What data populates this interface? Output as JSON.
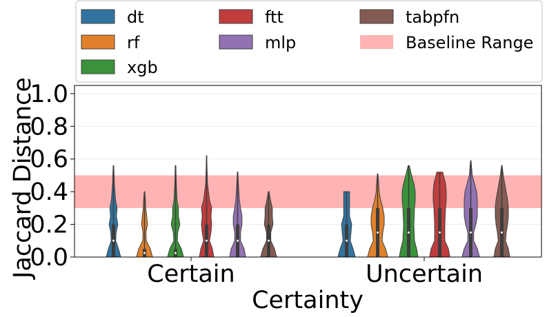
{
  "chart_data": {
    "type": "violin",
    "xlabel": "Certainty",
    "ylabel": "Jaccard Distance",
    "categories": [
      "Certain",
      "Uncertain"
    ],
    "ylim": [
      0,
      1.05
    ],
    "yticks": [
      "0.0",
      "0.2",
      "0.4",
      "0.6",
      "0.8",
      "1.0"
    ],
    "grid": true,
    "legend_position": "top",
    "baseline_range": {
      "label": "Baseline Range",
      "min": 0.3,
      "max": 0.5,
      "color": "#ffb3b3"
    },
    "series": [
      {
        "name": "dt",
        "color": "#3274a1",
        "Certain": {
          "max": 0.56,
          "q1": 0.0,
          "q3": 0.2,
          "profile": [
            [
              0,
              0.5
            ],
            [
              0.05,
              0.35
            ],
            [
              0.1,
              0.15
            ],
            [
              0.15,
              0.18
            ],
            [
              0.2,
              0.3
            ],
            [
              0.25,
              0.2
            ],
            [
              0.3,
              0.25
            ],
            [
              0.35,
              0.14
            ],
            [
              0.45,
              0.06
            ],
            [
              0.56,
              0.02
            ]
          ]
        },
        "Uncertain": {
          "max": 0.4,
          "q1": 0.0,
          "q3": 0.2,
          "profile": [
            [
              0,
              0.6
            ],
            [
              0.05,
              0.45
            ],
            [
              0.1,
              0.25
            ],
            [
              0.15,
              0.3
            ],
            [
              0.2,
              0.35
            ],
            [
              0.25,
              0.2
            ],
            [
              0.3,
              0.2
            ],
            [
              0.35,
              0.2
            ],
            [
              0.4,
              0.2
            ]
          ]
        }
      },
      {
        "name": "rf",
        "color": "#e1812c",
        "Certain": {
          "max": 0.4,
          "q1": 0.0,
          "q3": 0.05,
          "profile": [
            [
              0,
              0.55
            ],
            [
              0.05,
              0.4
            ],
            [
              0.1,
              0.12
            ],
            [
              0.15,
              0.1
            ],
            [
              0.2,
              0.2
            ],
            [
              0.25,
              0.15
            ],
            [
              0.3,
              0.08
            ],
            [
              0.35,
              0.06
            ],
            [
              0.4,
              0.02
            ]
          ]
        },
        "Uncertain": {
          "max": 0.51,
          "q1": 0.0,
          "q3": 0.3,
          "profile": [
            [
              0,
              0.7
            ],
            [
              0.05,
              0.55
            ],
            [
              0.1,
              0.3
            ],
            [
              0.15,
              0.35
            ],
            [
              0.2,
              0.45
            ],
            [
              0.25,
              0.45
            ],
            [
              0.3,
              0.35
            ],
            [
              0.35,
              0.2
            ],
            [
              0.4,
              0.1
            ],
            [
              0.45,
              0.07
            ],
            [
              0.51,
              0.02
            ]
          ]
        }
      },
      {
        "name": "xgb",
        "color": "#3a923a",
        "Certain": {
          "max": 0.56,
          "q1": 0.0,
          "q3": 0.05,
          "profile": [
            [
              0,
              0.55
            ],
            [
              0.05,
              0.4
            ],
            [
              0.1,
              0.12
            ],
            [
              0.15,
              0.15
            ],
            [
              0.2,
              0.3
            ],
            [
              0.25,
              0.2
            ],
            [
              0.3,
              0.2
            ],
            [
              0.35,
              0.1
            ],
            [
              0.45,
              0.05
            ],
            [
              0.56,
              0.02
            ]
          ]
        },
        "Uncertain": {
          "max": 0.56,
          "q1": 0.0,
          "q3": 0.3,
          "profile": [
            [
              0,
              0.65
            ],
            [
              0.05,
              0.55
            ],
            [
              0.1,
              0.4
            ],
            [
              0.2,
              0.35
            ],
            [
              0.3,
              0.4
            ],
            [
              0.35,
              0.45
            ],
            [
              0.4,
              0.45
            ],
            [
              0.45,
              0.35
            ],
            [
              0.5,
              0.2
            ],
            [
              0.56,
              0.04
            ]
          ]
        }
      },
      {
        "name": "ftt",
        "color": "#c03d3e",
        "Certain": {
          "max": 0.62,
          "q1": 0.0,
          "q3": 0.2,
          "profile": [
            [
              0,
              0.5
            ],
            [
              0.05,
              0.4
            ],
            [
              0.1,
              0.2
            ],
            [
              0.15,
              0.3
            ],
            [
              0.2,
              0.35
            ],
            [
              0.25,
              0.3
            ],
            [
              0.3,
              0.35
            ],
            [
              0.35,
              0.2
            ],
            [
              0.45,
              0.06
            ],
            [
              0.55,
              0.03
            ],
            [
              0.62,
              0.01
            ]
          ]
        },
        "Uncertain": {
          "max": 0.52,
          "q1": 0.0,
          "q3": 0.3,
          "profile": [
            [
              0,
              0.7
            ],
            [
              0.05,
              0.6
            ],
            [
              0.1,
              0.35
            ],
            [
              0.2,
              0.35
            ],
            [
              0.3,
              0.4
            ],
            [
              0.35,
              0.45
            ],
            [
              0.4,
              0.45
            ],
            [
              0.45,
              0.4
            ],
            [
              0.52,
              0.2
            ]
          ]
        }
      },
      {
        "name": "mlp",
        "color": "#9372b2",
        "Certain": {
          "max": 0.52,
          "q1": 0.0,
          "q3": 0.2,
          "profile": [
            [
              0,
              0.55
            ],
            [
              0.05,
              0.45
            ],
            [
              0.1,
              0.2
            ],
            [
              0.15,
              0.2
            ],
            [
              0.2,
              0.3
            ],
            [
              0.25,
              0.3
            ],
            [
              0.3,
              0.2
            ],
            [
              0.35,
              0.12
            ],
            [
              0.45,
              0.05
            ],
            [
              0.52,
              0.02
            ]
          ]
        },
        "Uncertain": {
          "max": 0.59,
          "q1": 0.0,
          "q3": 0.3,
          "profile": [
            [
              0,
              0.6
            ],
            [
              0.05,
              0.45
            ],
            [
              0.1,
              0.2
            ],
            [
              0.15,
              0.2
            ],
            [
              0.2,
              0.35
            ],
            [
              0.25,
              0.45
            ],
            [
              0.3,
              0.45
            ],
            [
              0.35,
              0.45
            ],
            [
              0.4,
              0.4
            ],
            [
              0.45,
              0.25
            ],
            [
              0.5,
              0.1
            ],
            [
              0.59,
              0.02
            ]
          ]
        }
      },
      {
        "name": "tabpfn",
        "color": "#845b53",
        "Certain": {
          "max": 0.4,
          "q1": 0.0,
          "q3": 0.2,
          "profile": [
            [
              0,
              0.55
            ],
            [
              0.05,
              0.4
            ],
            [
              0.1,
              0.15
            ],
            [
              0.15,
              0.15
            ],
            [
              0.2,
              0.3
            ],
            [
              0.25,
              0.25
            ],
            [
              0.3,
              0.25
            ],
            [
              0.35,
              0.12
            ],
            [
              0.4,
              0.03
            ]
          ]
        },
        "Uncertain": {
          "max": 0.56,
          "q1": 0.0,
          "q3": 0.3,
          "profile": [
            [
              0,
              0.55
            ],
            [
              0.05,
              0.45
            ],
            [
              0.1,
              0.25
            ],
            [
              0.15,
              0.3
            ],
            [
              0.2,
              0.4
            ],
            [
              0.25,
              0.45
            ],
            [
              0.3,
              0.45
            ],
            [
              0.35,
              0.4
            ],
            [
              0.4,
              0.3
            ],
            [
              0.45,
              0.2
            ],
            [
              0.5,
              0.1
            ],
            [
              0.56,
              0.02
            ]
          ]
        }
      }
    ]
  }
}
